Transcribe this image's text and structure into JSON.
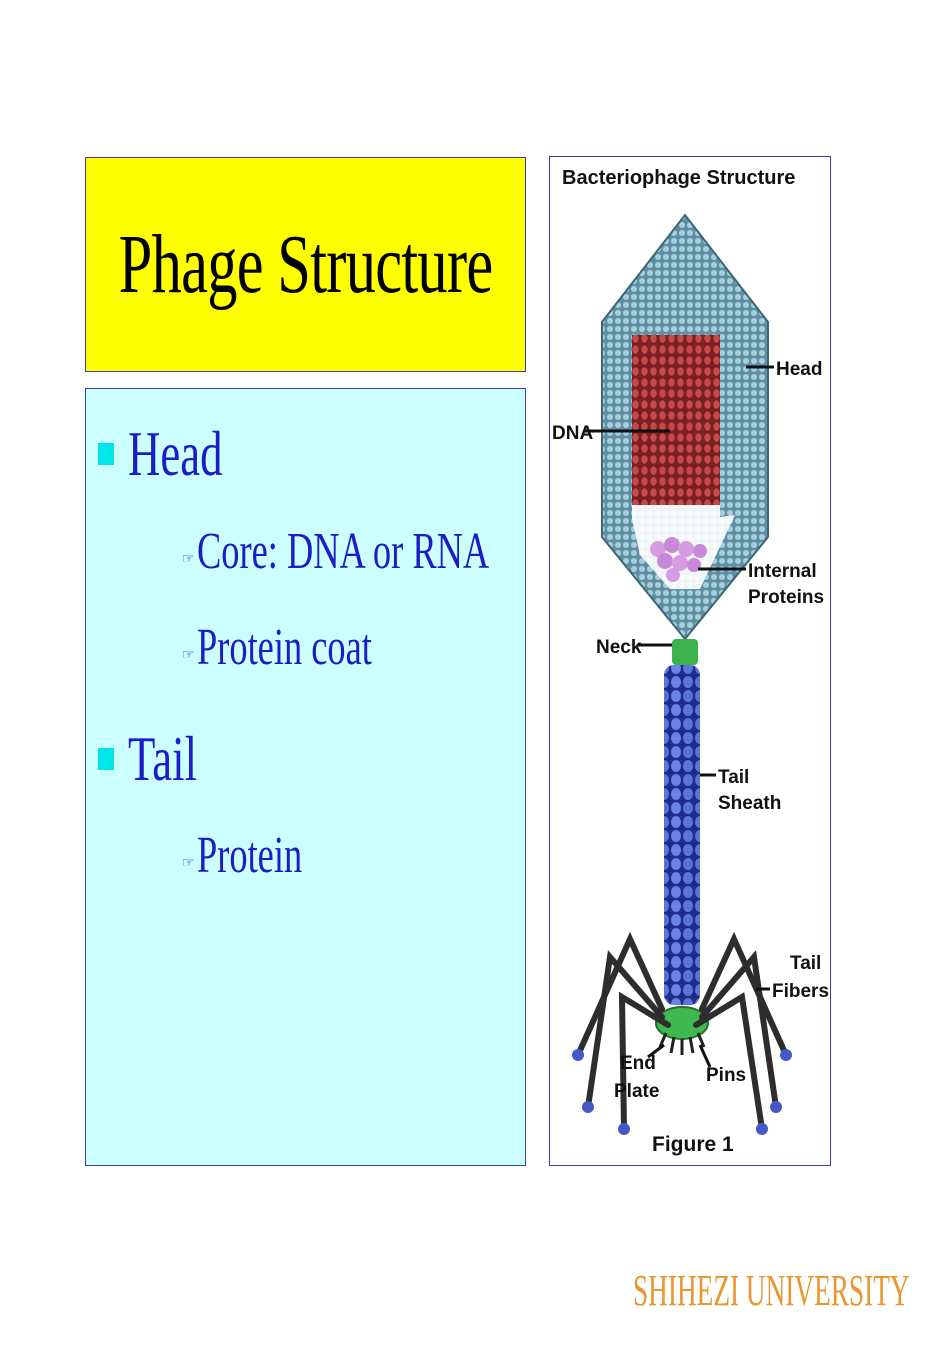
{
  "slide": {
    "title": "Phage Structure",
    "accent_colors": {
      "title_bg": "#ffff00",
      "content_bg": "#ccffff",
      "text": "#1c1cc8",
      "bullet": "#00e5e5",
      "footer": "#e9962e"
    }
  },
  "bullets": [
    {
      "label": "Head",
      "subitems": [
        "Core: DNA or RNA",
        "Protein coat"
      ]
    },
    {
      "label": "Tail",
      "subitems": [
        "Protein"
      ]
    }
  ],
  "sub_bullet_icon": "pointing-hand-icon",
  "figure": {
    "heading": "Bacteriophage Structure",
    "caption": "Figure 1",
    "labels": {
      "head": "Head",
      "dna": "DNA",
      "internal_1": "Internal",
      "internal_2": "Proteins",
      "neck": "Neck",
      "tail_1": "Tail",
      "tail_2": "Sheath",
      "fibers_1": "Tail",
      "fibers_2": "Fibers",
      "end_1": "End",
      "end_2": "Plate",
      "pins": "Pins"
    }
  },
  "footer": "SHIHEZI UNIVERSITY"
}
